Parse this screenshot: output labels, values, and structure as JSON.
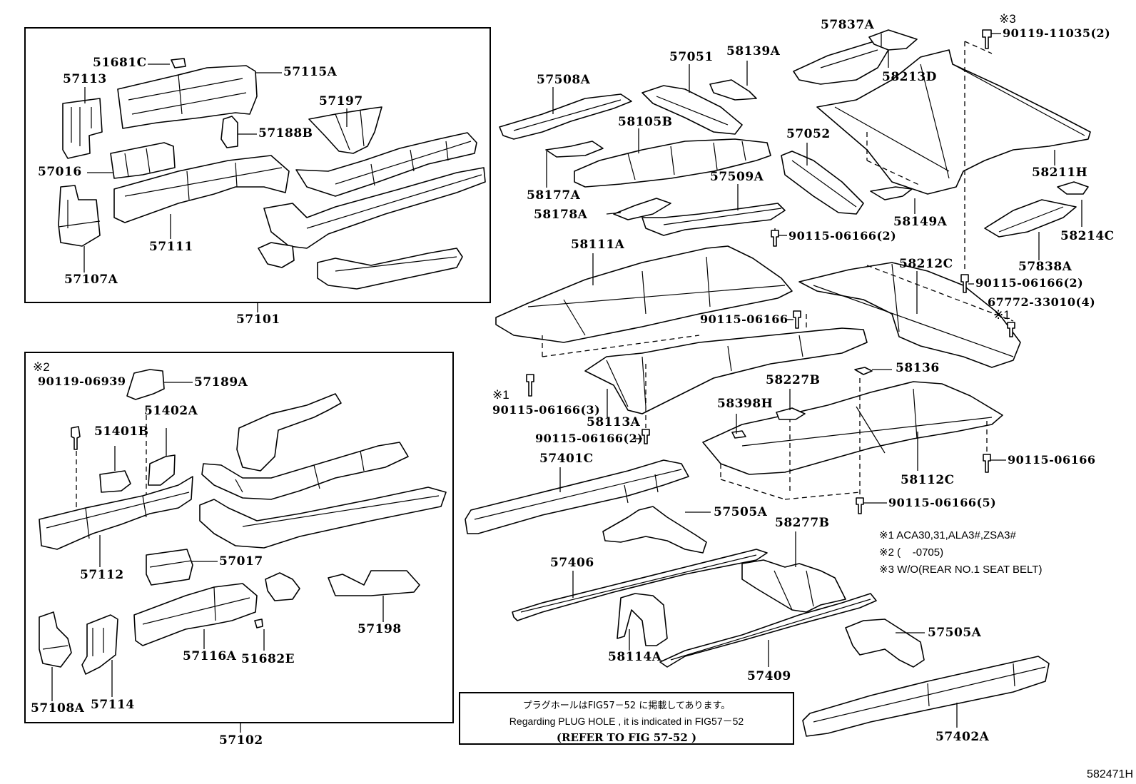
{
  "diagram": {
    "figure_id": "582471H",
    "groups": [
      {
        "assembly": "57101",
        "label": "57101"
      },
      {
        "assembly": "57102",
        "label": "57102"
      }
    ],
    "parts": {
      "p51681C": "51681C",
      "p57115A": "57115A",
      "p57113": "57113",
      "p57197": "57197",
      "p57188B": "57188B",
      "p57016": "57016",
      "p57111": "57111",
      "p57107A": "57107A",
      "p57101": "57101",
      "p57189A": "57189A",
      "p51402A": "51402A",
      "p51401B": "51401B",
      "p90119_06939": "90119-06939",
      "p57112": "57112",
      "p57017": "57017",
      "p57198": "57198",
      "p57116A": "57116A",
      "p51682E": "51682E",
      "p57108A": "57108A",
      "p57114": "57114",
      "p57102": "57102",
      "p57508A": "57508A",
      "p57051": "57051",
      "p58139A": "58139A",
      "p58105B": "58105B",
      "p57052": "57052",
      "p58177A": "58177A",
      "p57509A": "57509A",
      "p58178A": "58178A",
      "p58111A": "58111A",
      "p90115_06166_2a": "90115-06166(2)",
      "p90115_06166_a": "90115-06166",
      "p90115_06166_3": "90115-06166(3)",
      "p58113A": "58113A",
      "p90115_06166_2b": "90115-06166(2)",
      "p57837A": "57837A",
      "p58213D": "58213D",
      "p90119_11035": "90119-11035(2)",
      "p58211H": "58211H",
      "p58149A": "58149A",
      "p58214C": "58214C",
      "p57838A": "57838A",
      "p58212C": "58212C",
      "p90115_06166_2c": "90115-06166(2)",
      "p67772_33010": "67772-33010(4)",
      "p58136": "58136",
      "p58227B": "58227B",
      "p58398H": "58398H",
      "p58112C": "58112C",
      "p90115_06166_b": "90115-06166",
      "p90115_06166_5": "90115-06166(5)",
      "p57401C": "57401C",
      "p57505A_a": "57505A",
      "p58277B": "58277B",
      "p57406": "57406",
      "p58114A": "58114A",
      "p57409": "57409",
      "p57505A_b": "57505A",
      "p57402A": "57402A"
    },
    "markers": {
      "m2": "※2",
      "m1a": "※1",
      "m1b": "※1",
      "m3": "※3"
    },
    "footnotes": [
      "※1 ACA30,31,ALA3#,ZSA3#",
      "※2 (    -0705)",
      "※3 W/O(REAR NO.1 SEAT BELT)"
    ],
    "plug_hole_note": {
      "japanese": "プラグホールはFIG57－52 に掲載してあります。",
      "english": "Regarding PLUG HOLE , it is indicated in FIG57－52",
      "refer": "(REFER TO FIG 57-52 )"
    }
  }
}
